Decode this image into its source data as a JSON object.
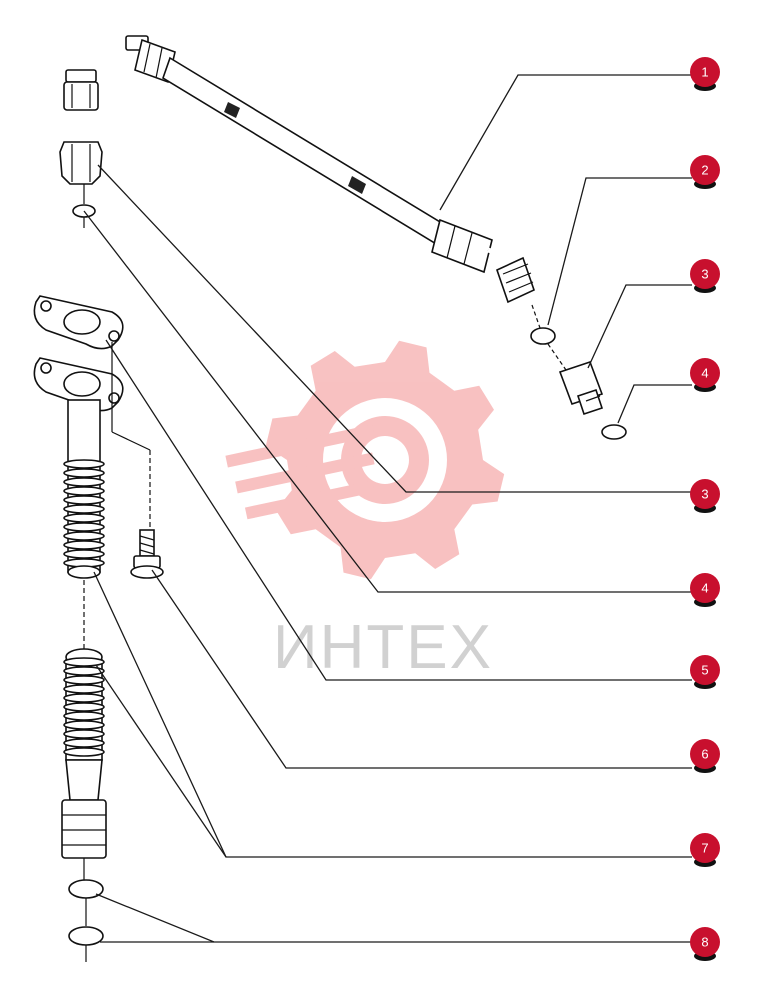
{
  "watermark": {
    "text": "ИНТЕХ",
    "gear_color": "#f7b7b7",
    "text_color": "#c9c9c9"
  },
  "callout_color": "#c8102e",
  "callouts": [
    {
      "label": "1"
    },
    {
      "label": "2"
    },
    {
      "label": "3"
    },
    {
      "label": "4"
    },
    {
      "label": "3"
    },
    {
      "label": "4"
    },
    {
      "label": "5"
    },
    {
      "label": "6"
    },
    {
      "label": "7"
    },
    {
      "label": "8"
    }
  ]
}
